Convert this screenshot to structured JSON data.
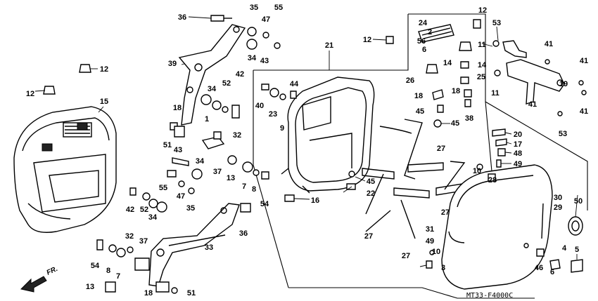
{
  "diagram": {
    "drawing_code": "MT33-F4000C",
    "direction_label": "FR.",
    "callouts": [
      "36",
      "35",
      "47",
      "55",
      "34",
      "43",
      "39",
      "42",
      "52",
      "34",
      "18",
      "1",
      "51",
      "32",
      "43",
      "37",
      "34",
      "55",
      "47",
      "35",
      "13",
      "7",
      "8",
      "54",
      "42",
      "52",
      "34",
      "36",
      "32",
      "54",
      "8",
      "33",
      "37",
      "7",
      "13",
      "18",
      "51",
      "12",
      "15",
      "12",
      "21",
      "40",
      "23",
      "44",
      "9",
      "45",
      "22",
      "16",
      "27",
      "27",
      "27",
      "27",
      "24",
      "2",
      "12",
      "56",
      "6",
      "12",
      "53",
      "41",
      "11",
      "41",
      "14",
      "11",
      "14",
      "26",
      "25",
      "18",
      "18",
      "45",
      "45",
      "38",
      "41",
      "53",
      "41",
      "19",
      "20",
      "17",
      "48",
      "49",
      "10",
      "28",
      "30",
      "29",
      "31",
      "49",
      "10",
      "3",
      "50",
      "46",
      "4",
      "5",
      "6"
    ]
  }
}
